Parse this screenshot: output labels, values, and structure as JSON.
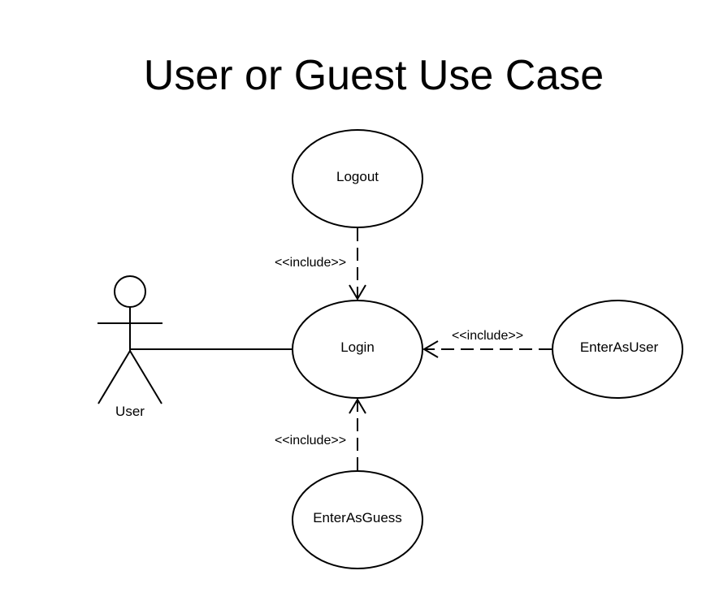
{
  "title": "User or Guest Use Case",
  "actor": {
    "label": "User"
  },
  "use_cases": {
    "logout": "Logout",
    "login": "Login",
    "enter_as_user": "EnterAsUser",
    "enter_as_guess": "EnterAsGuess"
  },
  "relations": {
    "logout_include": "<<include>>",
    "enter_as_user_include": "<<include>>",
    "enter_as_guess_include": "<<include>>"
  },
  "colors": {
    "stroke": "#000000",
    "background": "#ffffff"
  }
}
